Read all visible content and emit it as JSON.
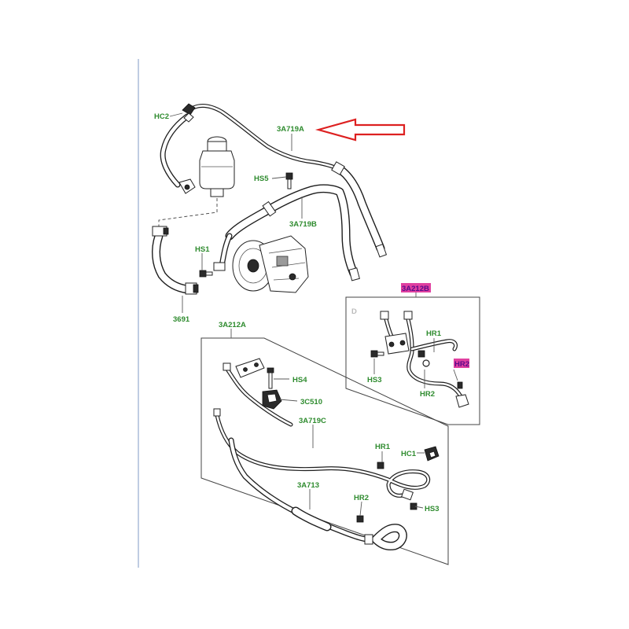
{
  "colors": {
    "label_text": "#2e8b2e",
    "highlight_fill": "#e040a0",
    "highlight_text": "#5a0a8a",
    "arrow_stroke": "#dd2020",
    "margin_line": "#aabbd8",
    "line_art": "#1e1e1e"
  },
  "labels": {
    "hc2": "HC2",
    "3a719a": "3A719A",
    "hs5": "HS5",
    "3a719b": "3A719B",
    "hs1": "HS1",
    "3691": "3691",
    "3a212b": "3A212B",
    "detail_d": "D",
    "hr1_top": "HR1",
    "hr2_highlight": "HR2",
    "hs3_top": "HS3",
    "hr2_top": "HR2",
    "3a212a": "3A212A",
    "hs4": "HS4",
    "3c510": "3C510",
    "3a719c": "3A719C",
    "hr1_bottom": "HR1",
    "hc1": "HC1",
    "3a713": "3A713",
    "hr2_bottom": "HR2",
    "hs3_bottom": "HS3"
  },
  "icons": {
    "callout_arrow": "red-outline-arrow-icon",
    "reservoir": "reservoir-icon",
    "pump": "pump-icon"
  }
}
